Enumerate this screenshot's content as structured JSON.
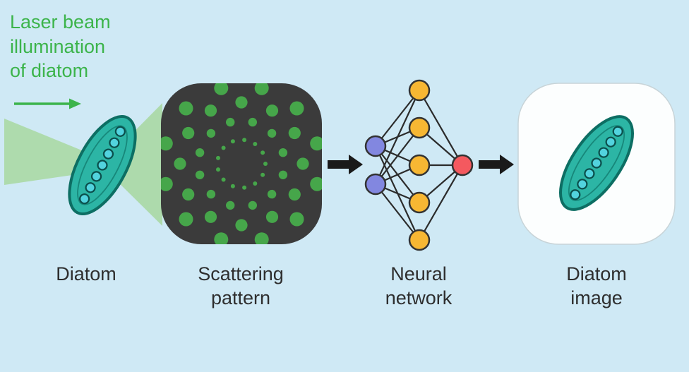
{
  "labels": {
    "laser": "Laser beam\nillumination\nof diatom",
    "diatom": "Diatom",
    "scattering": "Scattering\npattern",
    "neural": "Neural\nnetwork",
    "diatom_image": "Diatom\nimage"
  },
  "colors": {
    "background": "#cfe9f5",
    "laser_green": "#3cb44b",
    "beam_green": "#abd9a6",
    "panel_dark": "#3b3b3b",
    "dot_green": "#46a64a",
    "diatom_body": "#2cb5a5",
    "diatom_outline": "#0d6e63",
    "diatom_dot": "#52d3de",
    "node_yellow": "#f7b733",
    "node_blue": "#8287e0",
    "node_red": "#f4595f",
    "edge_dark": "#2b2b2b",
    "arrow_black": "#1a1a1a",
    "label_text": "#2e2e2e"
  },
  "icons": {
    "laser_arrow": "right-arrow",
    "flow_arrow_1": "right-arrow",
    "flow_arrow_2": "right-arrow"
  }
}
